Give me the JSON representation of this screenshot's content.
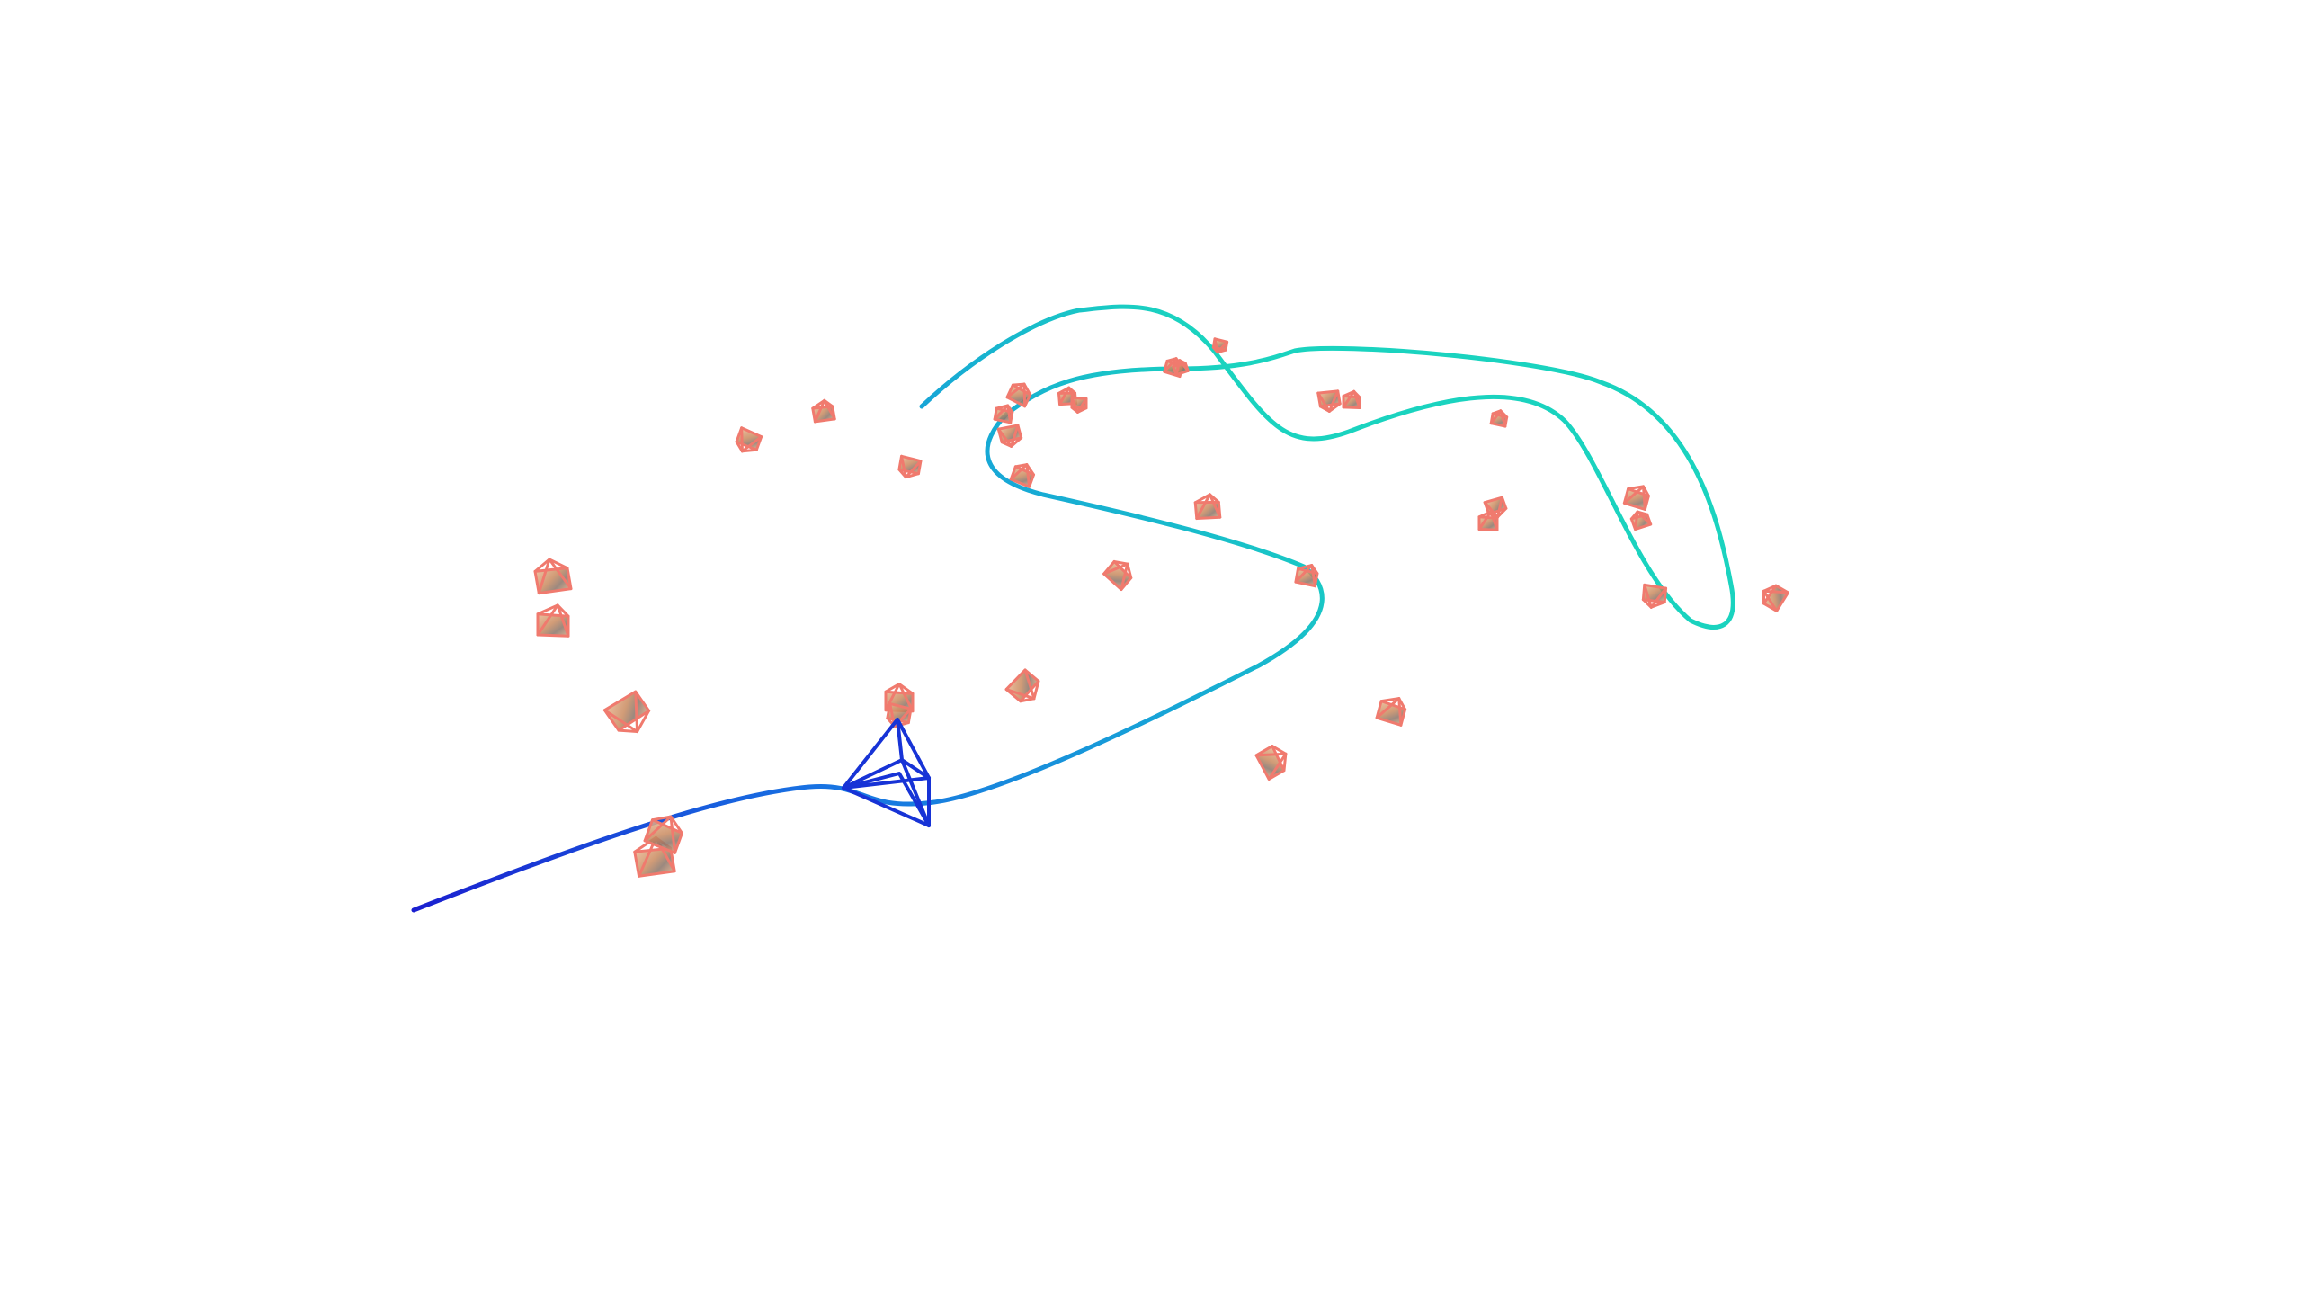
{
  "scene": {
    "background": "#ffffff",
    "camera_frustum_color": "#f07a6e",
    "active_camera_color": "#1733d6",
    "trajectory_gradient": [
      "#1a1fd0",
      "#1872e2",
      "#17a8d6",
      "#1ad3bf"
    ],
    "frustum_count": 34,
    "active_camera_count": 1,
    "trajectory_count": 1
  }
}
